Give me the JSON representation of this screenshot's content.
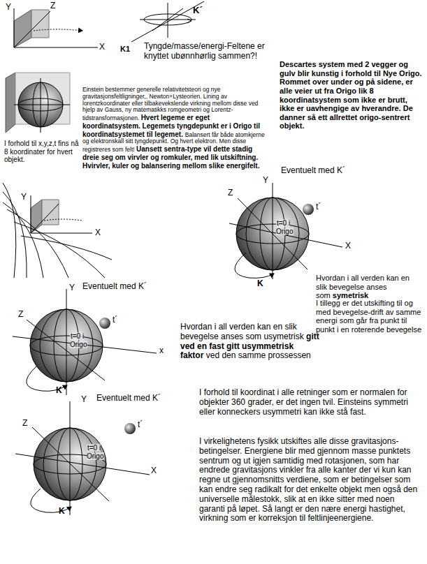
{
  "diagram": {
    "labels": [
      "Y",
      "Z",
      "X",
      "K´",
      "K1",
      "Tyngde/masse/energi-Feltene er knyttet ubønnhørlig sammen?!",
      "Descartes system med 2 vegger og gulv blir kunstig i forhold til Nye Origo. Rommet over under og på sidene, er alle veier ut fra Origo lik 8 koordinatsystem som ikke er brutt, ikke er uavhengige av hverandre. De danner så ett allrettet origo-sentrert objekt.",
      "Einstein bestemmer generelle relativitetsteori og nye gravitasjonsfeltligninger,, Newton+Lysteorien. Lining av lorentzkoordinater eller tilbakevekslende virkning mellom disse ved hjelp av Gauss, ny matematikks romgeometri og Lorentz-tidstransformasjonen.",
      "Hvert legeme er eget koordinatsystem. Legemets tyngdepunkt er i Origo til koordinatsystemet til legemet.",
      "Balansert får både atomkjerne og elektronskall sitt tyngdepunkt. Og hvert elektron. Men disse registreres som felt!",
      "Uansett sentra-type vil dette stadig dreie seg om virvler og romkuler, med lik utskiftning. Hvirvler, kuler og balansering mellom slike energifelt.",
      "I forhold til x,y,z,t fins nå 8 koordinater for hvert objekt.",
      "Y",
      "X",
      "Eventuelt med K´",
      "Y",
      "Z",
      "t´",
      "t=0 i Origo",
      "X",
      "K",
      "Hvordan i all verden kan en slik bevegelse anses som",
      "symetrisk",
      "I tillegg er det utskifting til og med bevegelse-drift av samme energi som går fra punkt til punkt i en roterende bevegelse",
      "Eventuelt med K´",
      "Y",
      "Z",
      "t´",
      "t=0 i Origo",
      "x",
      "K",
      "Hvordan i all verden kan en slik bevegelse anses som usymetrisk",
      "gitt ved en fast gitt usymmetrisk faktor",
      "ved den samme prossessen",
      "Eventuelt med K´",
      "Y",
      "Z",
      "t´",
      "t=0 i Origo",
      "X",
      "K",
      "I forhold til koordinat i alle retninger som er normalen for objekter 360 grader, er det ingen tvil. Einsteins symmetri eller konneckers usymmetri kan ikke stå fast.",
      "I virkelighetens fysikk utskiftes alle disse gravitasjons-betingelser. Energiene blir med gjennom masse punktets sentrum og ut igjen samtidig med rotasjonen, som har endrede gravitasjons vinkler fra alle kanter der vi kun kan regne ut gjennomsnitts verdiene, som er betingelser som kan endre seg radikalt for det enkelte objekt men også den universelle målestokk, slik at en ikke sitter med noen garanti på løpet. Så langt er den nære energi hastighet, virkning som er korreksjon til feltlinjeenergiene."
    ]
  }
}
